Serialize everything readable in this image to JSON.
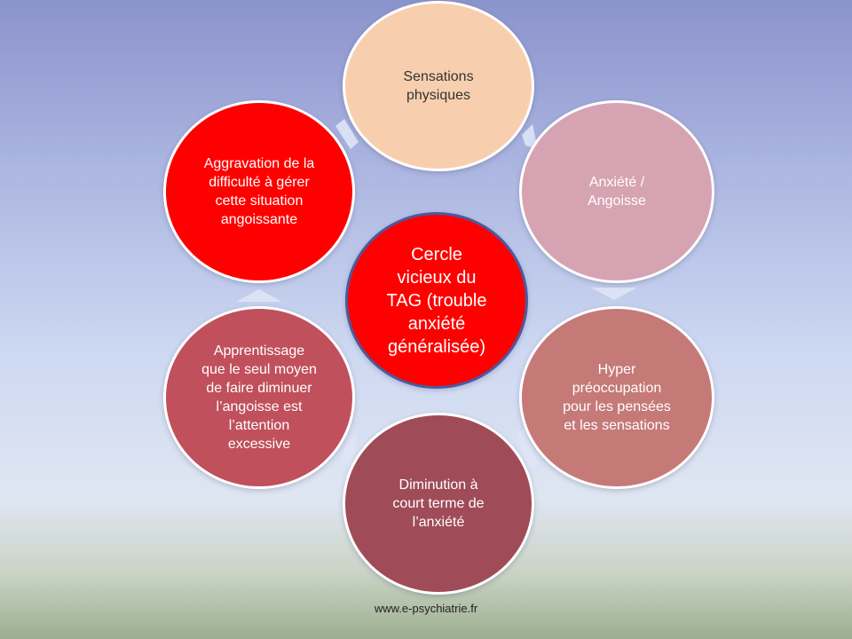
{
  "diagram": {
    "center": "Cercle\nvicieux du\nTAG (trouble\nanxiété\ngénéralisée)",
    "nodes": {
      "top": "Sensations\nphysiques",
      "top_right": "Anxiété /\nAngoisse",
      "bottom_right": "Hyper\npréoccupation\npour les pensées\net les sensations",
      "bottom": "Diminution  à\ncourt terme de\nl’anxiété",
      "bottom_left": "Apprentissage\nque le seul moyen\nde faire diminuer\nl’angoisse est\nl’attention\nexcessive",
      "top_left": "Aggravation de la\ndifficulté à gérer\ncette situation\nangoissante"
    }
  },
  "footer": {
    "source": "www.e-psychiatrie.fr"
  }
}
